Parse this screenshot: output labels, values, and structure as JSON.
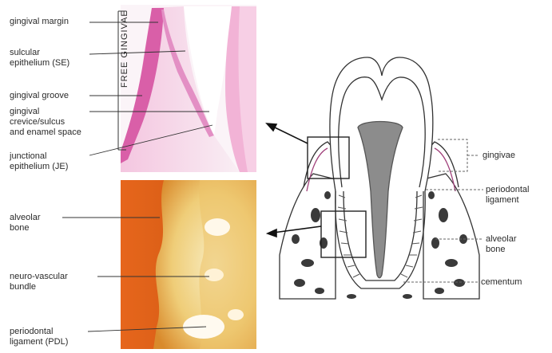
{
  "top_panel": {
    "side_label": "FREE GINGIVAE",
    "labels": [
      {
        "id": "gingival-margin",
        "text": "gingival margin"
      },
      {
        "id": "sulcular-epithelium",
        "text": "sulcular\nepithelium (SE)"
      },
      {
        "id": "gingival-groove",
        "text": "gingival groove"
      },
      {
        "id": "gingival-crevice",
        "text": "gingival\ncrevice/sulcus\nand enamel space"
      },
      {
        "id": "junctional-epithelium",
        "text": "junctional\nepithelium (JE)"
      }
    ]
  },
  "bottom_panel": {
    "labels": [
      {
        "id": "alveolar-bone-left",
        "text": "alveolar\nbone"
      },
      {
        "id": "neuro-vascular-bundle",
        "text": "neuro-vascular\nbundle"
      },
      {
        "id": "periodontal-ligament-pdl",
        "text": "periodontal\nligament (PDL)"
      }
    ]
  },
  "tooth_diagram": {
    "labels": [
      {
        "id": "gingivae",
        "text": "gingivae"
      },
      {
        "id": "periodontal-ligament",
        "text": "periodontal\nligament"
      },
      {
        "id": "alveolar-bone-right",
        "text": "alveolar\nbone"
      },
      {
        "id": "cementum",
        "text": "cementum"
      }
    ]
  },
  "colors": {
    "histology_pink": "#e58ac4",
    "histology_pale": "#f7e6ef",
    "bone_orange": "#e0651e",
    "pdl_yellow": "#f1d585",
    "line": "#333333"
  }
}
